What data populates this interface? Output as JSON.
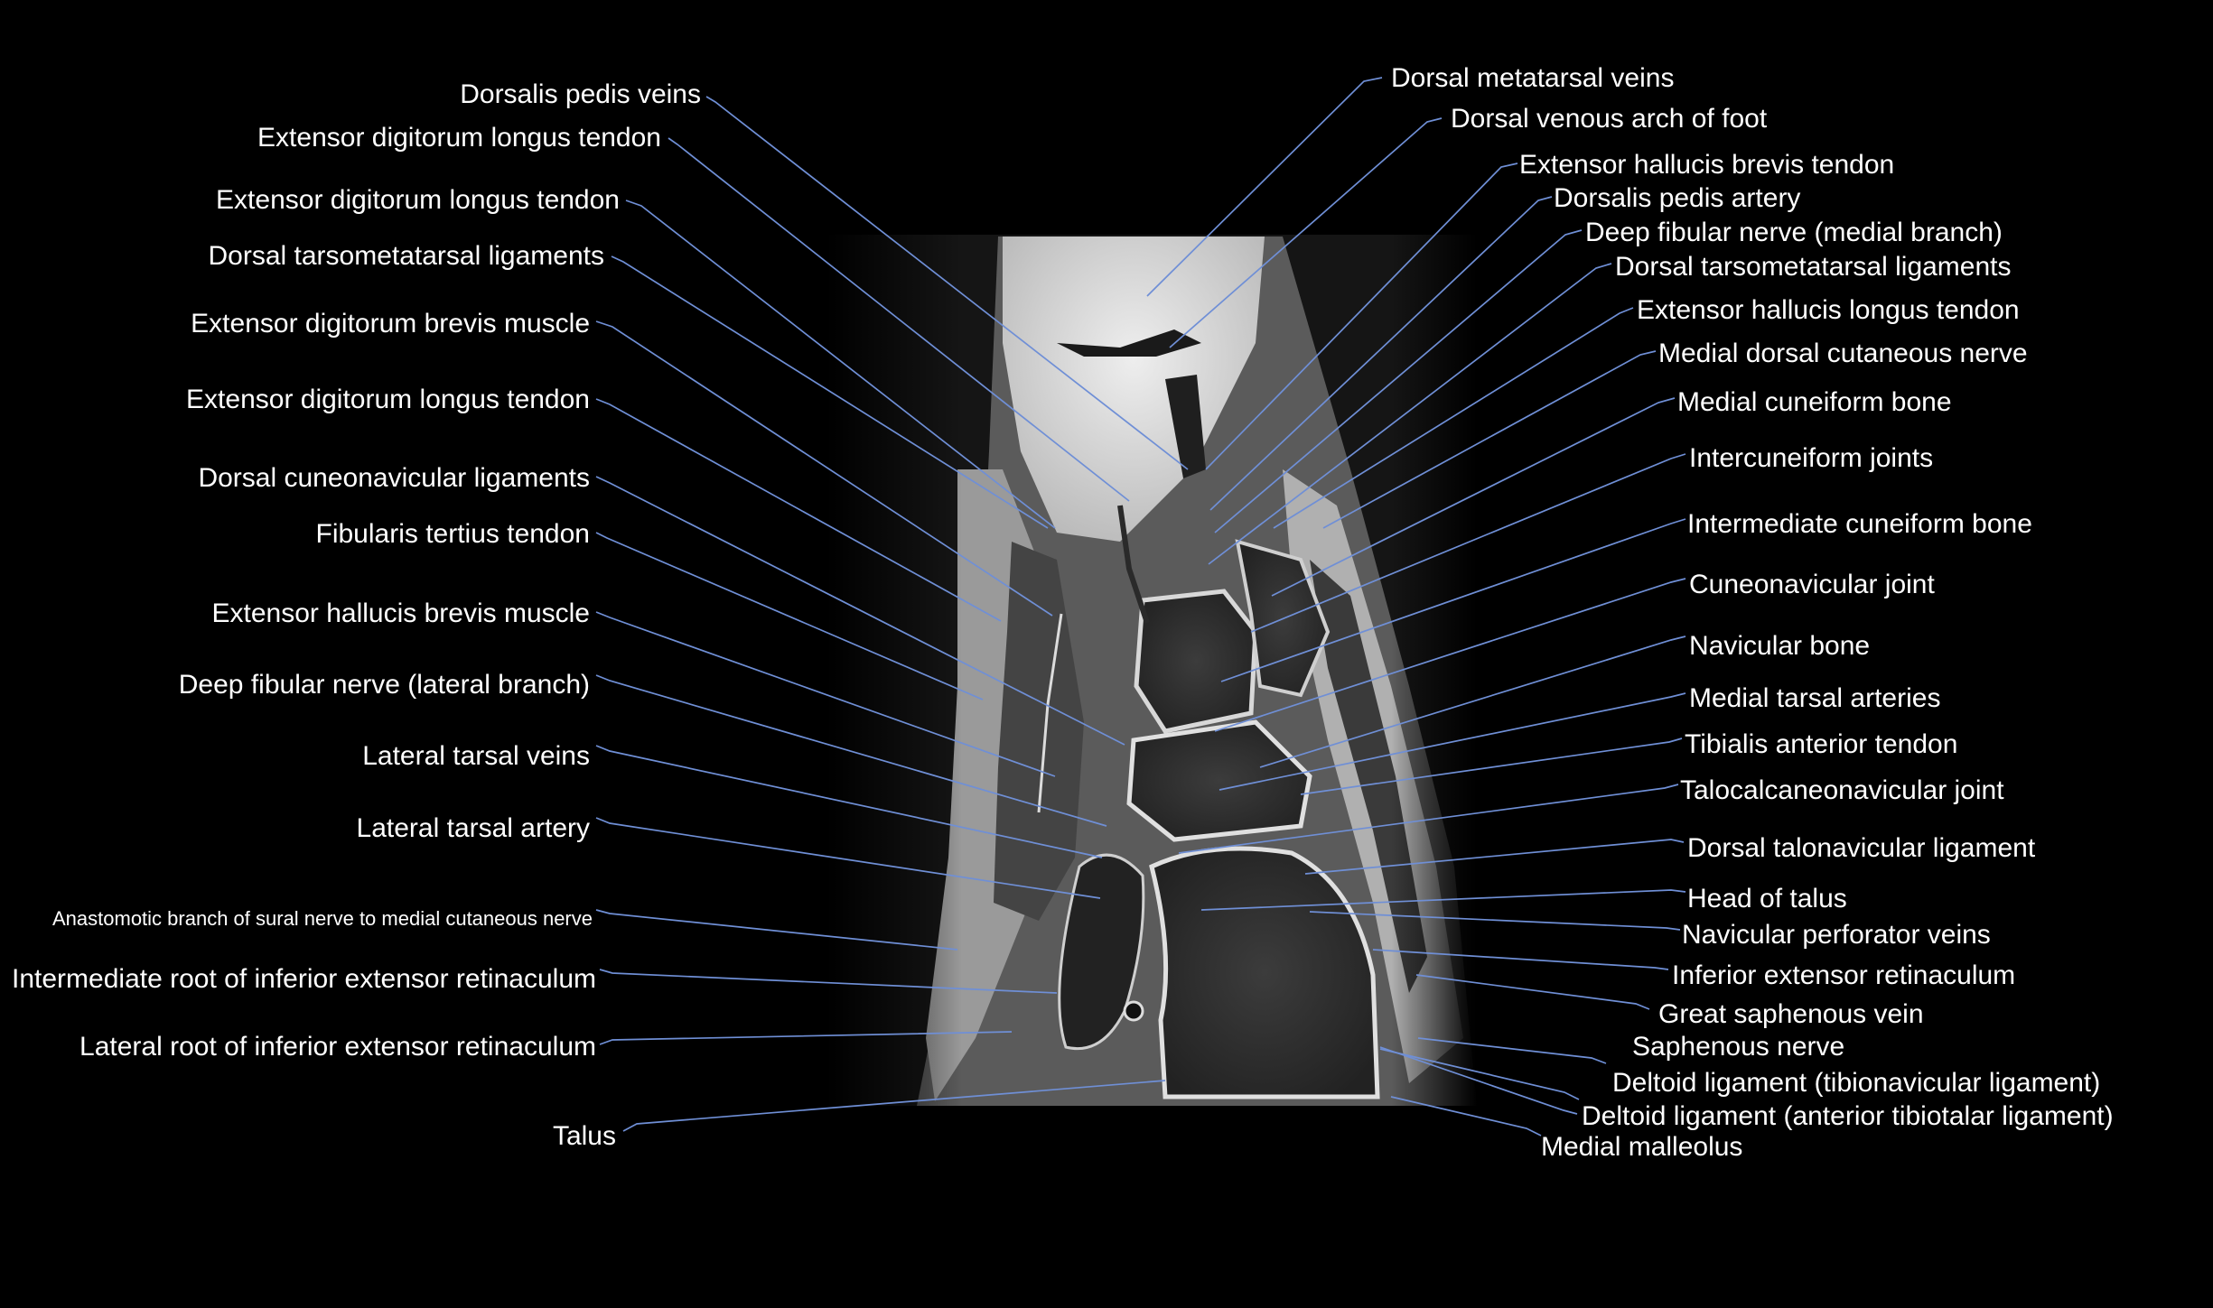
{
  "left_labels": [
    {
      "text": "Dorsalis pedis veins"
    },
    {
      "text": "Extensor digitorum longus tendon"
    },
    {
      "text": "Extensor digitorum longus tendon"
    },
    {
      "text": "Dorsal tarsometatarsal ligaments"
    },
    {
      "text": "Extensor digitorum brevis muscle"
    },
    {
      "text": "Extensor digitorum longus tendon"
    },
    {
      "text": "Dorsal cuneonavicular ligaments"
    },
    {
      "text": "Fibularis tertius tendon"
    },
    {
      "text": "Extensor hallucis brevis muscle"
    },
    {
      "text": "Deep fibular nerve (lateral branch)"
    },
    {
      "text": "Lateral tarsal veins"
    },
    {
      "text": "Lateral tarsal artery"
    },
    {
      "text": "Anastomotic branch of sural nerve to medial cutaneous nerve"
    },
    {
      "text": "Intermediate root of inferior extensor retinaculum"
    },
    {
      "text": "Lateral root of inferior extensor retinaculum"
    },
    {
      "text": "Talus"
    }
  ],
  "right_labels": [
    {
      "text": "Dorsal metatarsal veins"
    },
    {
      "text": "Dorsal venous arch of foot"
    },
    {
      "text": "Extensor hallucis brevis tendon"
    },
    {
      "text": "Dorsalis pedis artery"
    },
    {
      "text": "Deep fibular nerve (medial branch)"
    },
    {
      "text": "Dorsal tarsometatarsal ligaments"
    },
    {
      "text": "Extensor hallucis longus tendon"
    },
    {
      "text": "Medial dorsal cutaneous nerve"
    },
    {
      "text": "Medial cuneiform bone"
    },
    {
      "text": "Intercuneiform joints"
    },
    {
      "text": "Intermediate cuneiform bone"
    },
    {
      "text": "Cuneonavicular joint"
    },
    {
      "text": "Navicular bone"
    },
    {
      "text": "Medial tarsal arteries"
    },
    {
      "text": "Tibialis anterior tendon"
    },
    {
      "text": "Talocalcaneonavicular joint"
    },
    {
      "text": "Dorsal talonavicular ligament"
    },
    {
      "text": "Head of talus"
    },
    {
      "text": "Navicular perforator veins"
    },
    {
      "text": "Inferior extensor retinaculum"
    },
    {
      "text": "Great saphenous vein"
    },
    {
      "text": "Saphenous nerve"
    },
    {
      "text": "Deltoid ligament (tibionavicular ligament)"
    },
    {
      "text": "Deltoid ligament (anterior tibiotalar ligament)"
    },
    {
      "text": "Medial malleolus"
    }
  ],
  "colors": {
    "background": "#000000",
    "label_text": "#ffffff",
    "leader_line": "#6f8fd6"
  }
}
